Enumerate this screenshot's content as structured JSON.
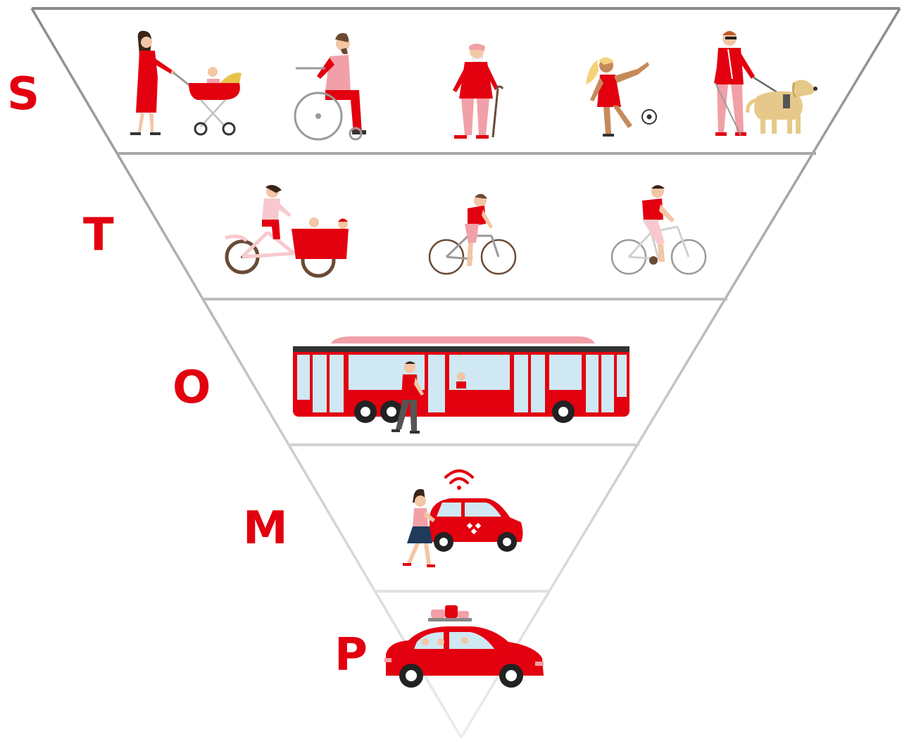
{
  "title": "",
  "colors": {
    "brand_red": "#e3000f",
    "pink": "#f2a0a8",
    "light_pink": "#f7c9ce",
    "skin": "#f3c6a5",
    "window_blue": "#cfe8f3",
    "dark": "#333333",
    "dog": "#e6c98a",
    "hair_dark": "#3a2418",
    "hair_blond": "#f5d27a",
    "bike_brown": "#6b4a35"
  },
  "tiers": [
    {
      "id": "s",
      "letter": "S",
      "icons": [
        "parent-with-stroller-icon",
        "wheelchair-user-icon",
        "elderly-person-with-cane-icon",
        "child-kicking-ball-icon",
        "blind-person-with-guide-dog-icon"
      ]
    },
    {
      "id": "t",
      "letter": "T",
      "icons": [
        "cargo-bike-icon",
        "cyclist-icon",
        "cyclist-icon"
      ]
    },
    {
      "id": "o",
      "letter": "O",
      "icons": [
        "bus-icon",
        "pedestrian-icon"
      ]
    },
    {
      "id": "m",
      "letter": "M",
      "icons": [
        "wifi-icon",
        "shared-car-icon",
        "pedestrian-icon"
      ]
    },
    {
      "id": "p",
      "letter": "P",
      "icons": [
        "private-car-icon",
        "roof-luggage-icon"
      ]
    }
  ]
}
